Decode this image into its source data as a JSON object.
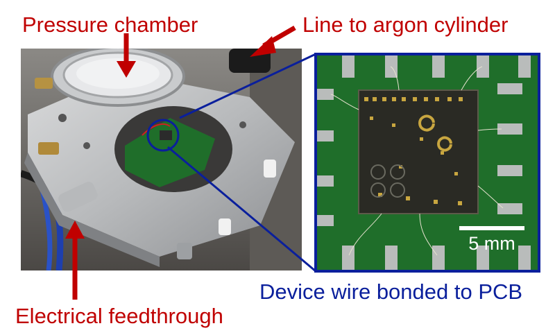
{
  "labels": {
    "pressure_chamber": "Pressure chamber",
    "line_to_argon": "Line to argon cylinder",
    "electrical_feedthrough": "Electrical feedthrough",
    "device_wire_bonded": "Device wire bonded to PCB",
    "scale_bar": "5 mm"
  },
  "colors": {
    "annotation_red": "#c00000",
    "annotation_blue": "#0a1f9c",
    "pcb_green": "#1f6e2a"
  },
  "icons": [
    "arrow-icon",
    "zoom-callout-icon",
    "scale-bar-icon"
  ]
}
